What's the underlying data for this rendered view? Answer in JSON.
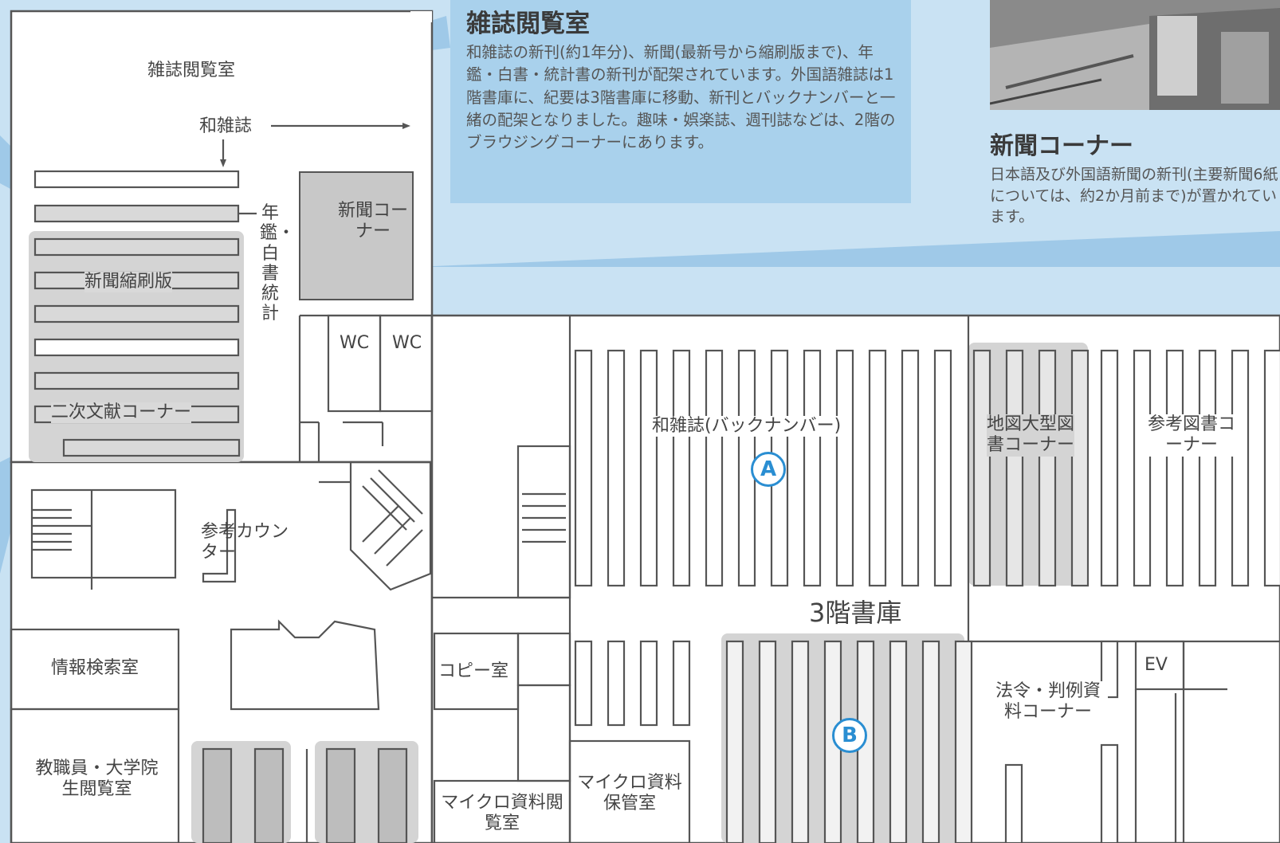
{
  "magazine_room_info": {
    "title": "雑誌閲覧室",
    "body": "和雑誌の新刊(約1年分)、新聞(最新号から縮刷版まで)、年鑑・白書・統計書の新刊が配架されています。外国語雑誌は1階書庫に、紀要は3階書庫に移動、新刊とバックナンバーと一緒の配架となりました。趣味・娯楽誌、週刊誌などは、2階のブラウジングコーナーにあります。"
  },
  "newspaper_corner_info": {
    "title": "新聞コーナー",
    "body": "日本語及び外国語新聞の新刊(主要新聞6紙については、約2か月前まで)が置かれています。"
  },
  "labels": {
    "magazine_room": "雑誌閲覧室",
    "japanese_magazines": "和雑誌",
    "yearbook": "年鑑・白書統計",
    "newspaper_corner": "新聞コーナー",
    "newspaper_compact": "新聞縮刷版",
    "secondary_corner": "二次文献コーナー",
    "wc1": "WC",
    "wc2": "WC",
    "ref_counter": "参考カウンター",
    "info_search": "情報検索室",
    "faculty_room": "教職員・大学院生閲覧室",
    "copy_room": "コピー室",
    "micro_read": "マイクロ資料閲覧室",
    "micro_storage": "マイクロ資料保管室",
    "backnumber": "和雑誌(バックナンバー)",
    "map_corner": "地図大型図書コーナー",
    "reference_corner": "参考図書コーナー",
    "stack3": "3階書庫",
    "law_corner": "法令・判例資料コーナー",
    "ev": "EV",
    "marker_a": "A",
    "marker_b": "B"
  },
  "colors": {
    "background": "#c9e2f3",
    "panel": "#a9d1ec",
    "floor": "#ffffff",
    "wall": "#555555",
    "highlight": "#cfcfcf",
    "accent": "#2a8ed2"
  }
}
